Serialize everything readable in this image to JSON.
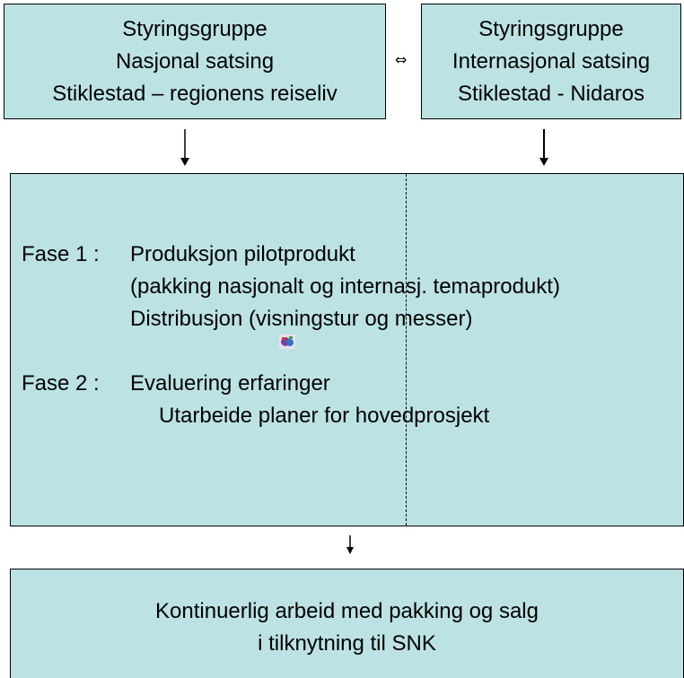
{
  "top_left": {
    "line1": "Styringsgruppe",
    "line2": "Nasjonal satsing",
    "line3": "Stiklestad – regionens reiseliv"
  },
  "top_right": {
    "line1": "Styringsgruppe",
    "line2": "Internasjonal satsing",
    "line3": "Stiklestad - Nidaros"
  },
  "exchange_symbol": "⇔",
  "middle": {
    "fase1_label": "Fase 1 :",
    "fase1_title": "Produksjon pilotprodukt",
    "fase1_line2": "(pakking nasjonalt og internasj. temaprodukt)",
    "fase1_line3": "Distribusjon (visningstur og messer)",
    "fase2_label": "Fase 2 :",
    "fase2_title": "Evaluering erfaringer",
    "fase2_line2": "Utarbeide planer for hovedprosjekt"
  },
  "bottom": {
    "line1": "Kontinuerlig arbeid med pakking og salg",
    "line2": "i tilknytning til SNK"
  },
  "colors": {
    "box_fill": "#bde2e3",
    "border": "#000000"
  }
}
